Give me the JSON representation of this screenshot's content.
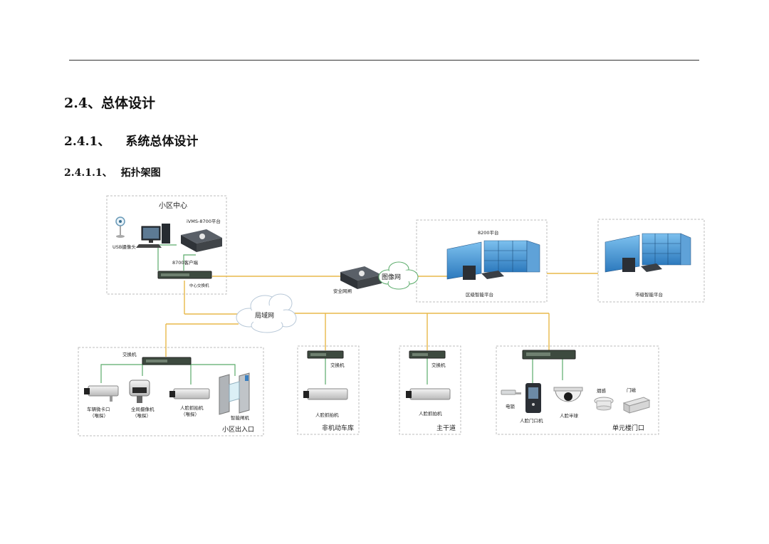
{
  "headings": {
    "h1": "2.4、总体设计",
    "h2_num": "2.4.1、",
    "h2_title": "系统总体设计",
    "h3_num": "2.4.1.1、",
    "h3_title": "拓扑架图"
  },
  "diagram": {
    "colors": {
      "link": "#e8b84a",
      "tap": "#5aab6a",
      "box_border": "#bdbdbd",
      "monitor": "#3b88c8"
    },
    "community_center": {
      "title": "小区中心",
      "usb_camera": "USB摄像头",
      "platform": "iVMS-8700平台",
      "client": "8700客户端",
      "core_switch": "中心交换机"
    },
    "gateway": "安全网闸",
    "image_net": "图像网",
    "lan": "局域网",
    "district_platform": {
      "title": "8200平台",
      "caption": "区级智能平台"
    },
    "city_platform": {
      "caption": "市级智能平台"
    },
    "entrance": {
      "switch": "交换机",
      "devices": [
        {
          "line1": "车辆微卡口",
          "line2": "（喉探）"
        },
        {
          "line1": "全局摄像机",
          "line2": "（喉探）"
        },
        {
          "line1": "人脸抓拍机",
          "line2": "（喉探）"
        },
        {
          "line1": "智能闸机",
          "line2": ""
        }
      ],
      "caption": "小区出入口"
    },
    "garage": {
      "switch": "交换机",
      "device": "人脸抓拍机",
      "caption": "非机动车库"
    },
    "road": {
      "switch": "交换机",
      "device": "人脸抓拍机",
      "caption": "主干道"
    },
    "unit": {
      "devices": {
        "lock": "电锁",
        "door_station": "人脸门口机",
        "dome": "人脸半球",
        "smoke": "烟感",
        "door_sensor": "门磁"
      },
      "caption": "单元楼门口"
    }
  }
}
